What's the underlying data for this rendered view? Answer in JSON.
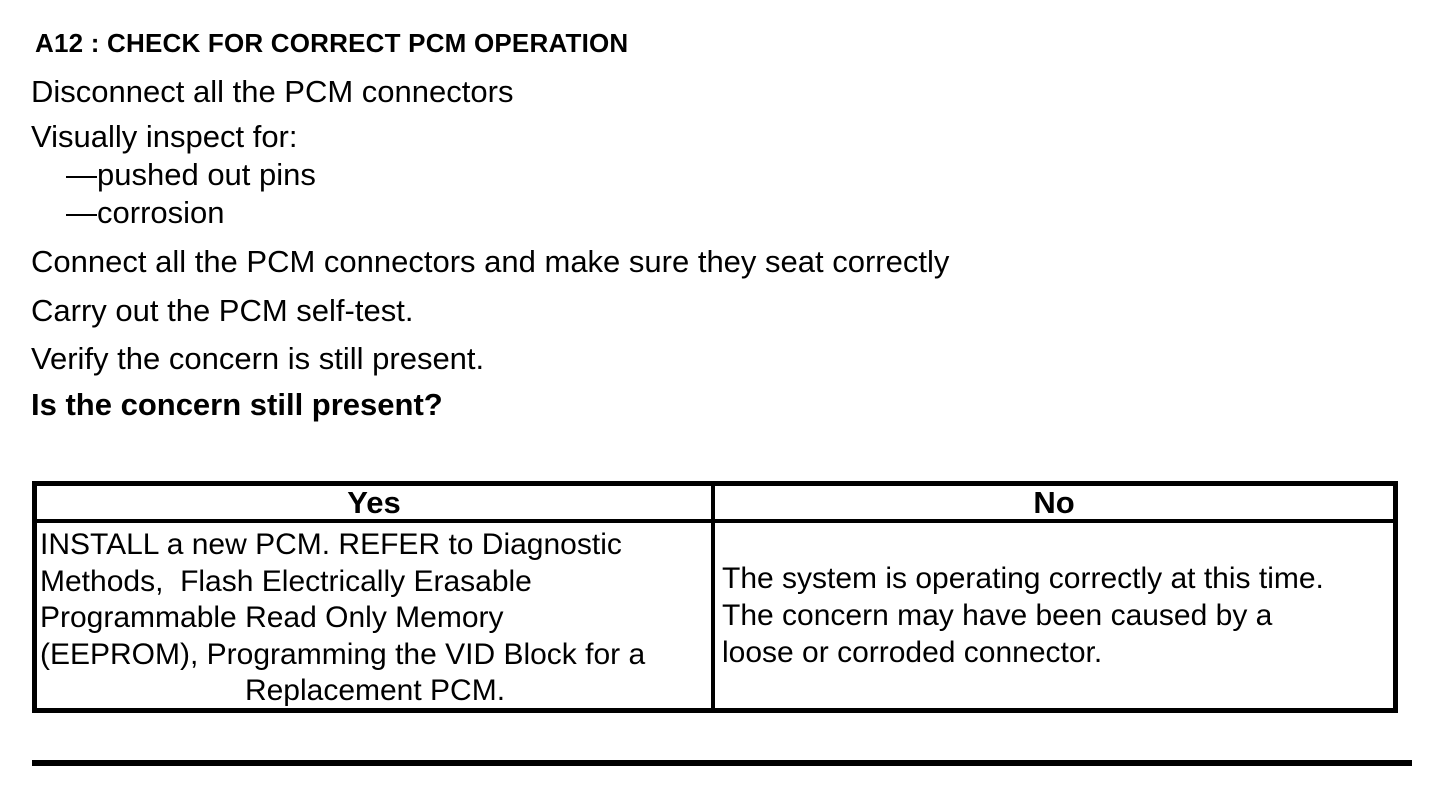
{
  "procedure": {
    "title": "A12 : CHECK FOR CORRECT PCM OPERATION",
    "steps": {
      "disconnect": "Disconnect all the PCM connectors",
      "inspect": "Visually inspect for:",
      "inspect_items": [
        "—pushed out pins",
        "—corrosion"
      ],
      "connect": "Connect all the PCM connectors and make sure they seat correctly",
      "self_test": "Carry out the PCM self-test.",
      "verify": "Verify the concern is still present.",
      "question": "Is the concern still present?"
    }
  },
  "decision_table": {
    "headers": [
      "Yes",
      "No"
    ],
    "yes_lines": [
      "INSTALL a new PCM. REFER to Diagnostic",
      "Methods,  Flash Electrically Erasable",
      "Programmable Read Only Memory",
      "(EEPROM), Programming the VID Block for a",
      "Replacement PCM."
    ],
    "no_lines": [
      "The system is operating correctly at this time.",
      "The concern may have been caused by a",
      "loose or corroded connector."
    ]
  },
  "colors": {
    "text": "#000000",
    "background": "#ffffff",
    "table_border": "#000000"
  }
}
